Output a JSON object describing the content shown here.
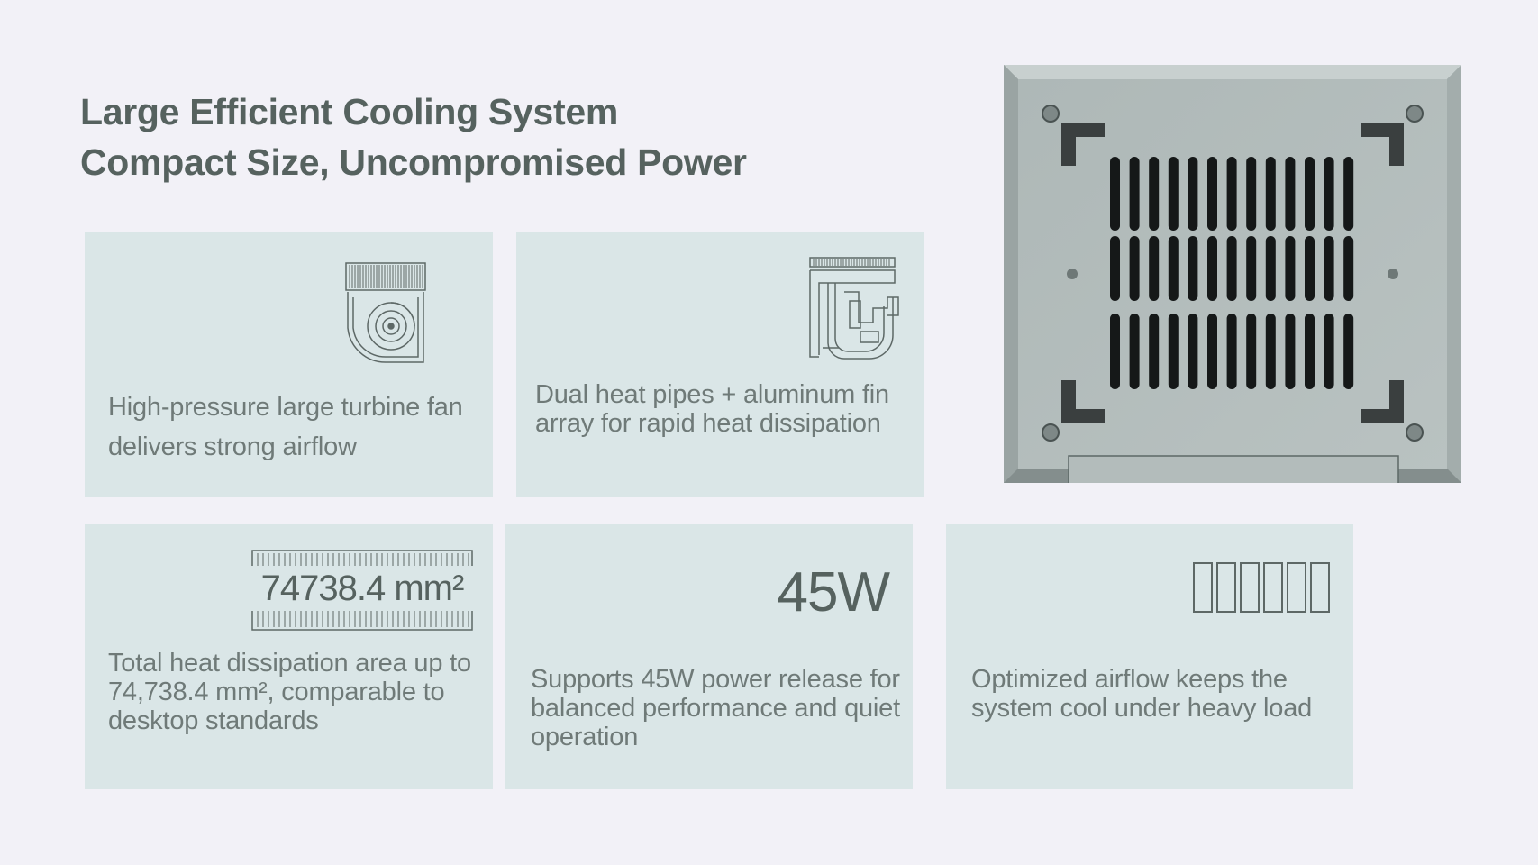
{
  "header": {
    "line1": "Large Efficient Cooling System",
    "line2": "Compact Size, Uncompromised Power"
  },
  "cards": [
    {
      "icon": "turbine-fan-icon",
      "text": "High-pressure large turbine fan delivers strong airflow"
    },
    {
      "icon": "heat-pipe-icon",
      "text": "Dual heat pipes + aluminum fin array for rapid heat dissipation"
    },
    {
      "highlight": "74738.4 mm²",
      "text": "Total heat dissipation area up to 74,738.4 mm², comparable to desktop standards"
    },
    {
      "highlight": "45W",
      "text": "Supports 45W power release for balanced performance and quiet operation"
    },
    {
      "icon": "missing-glyph-boxes",
      "text": "Optimized airflow keeps the system cool under heavy load"
    }
  ],
  "colors": {
    "background": "#f2f1f7",
    "card": "#dae6e7",
    "heading": "#56625f",
    "body_text": "#6f7a78",
    "device_body": "#b3bcbb"
  },
  "device_image": "mini-pc-bottom-vent-image"
}
